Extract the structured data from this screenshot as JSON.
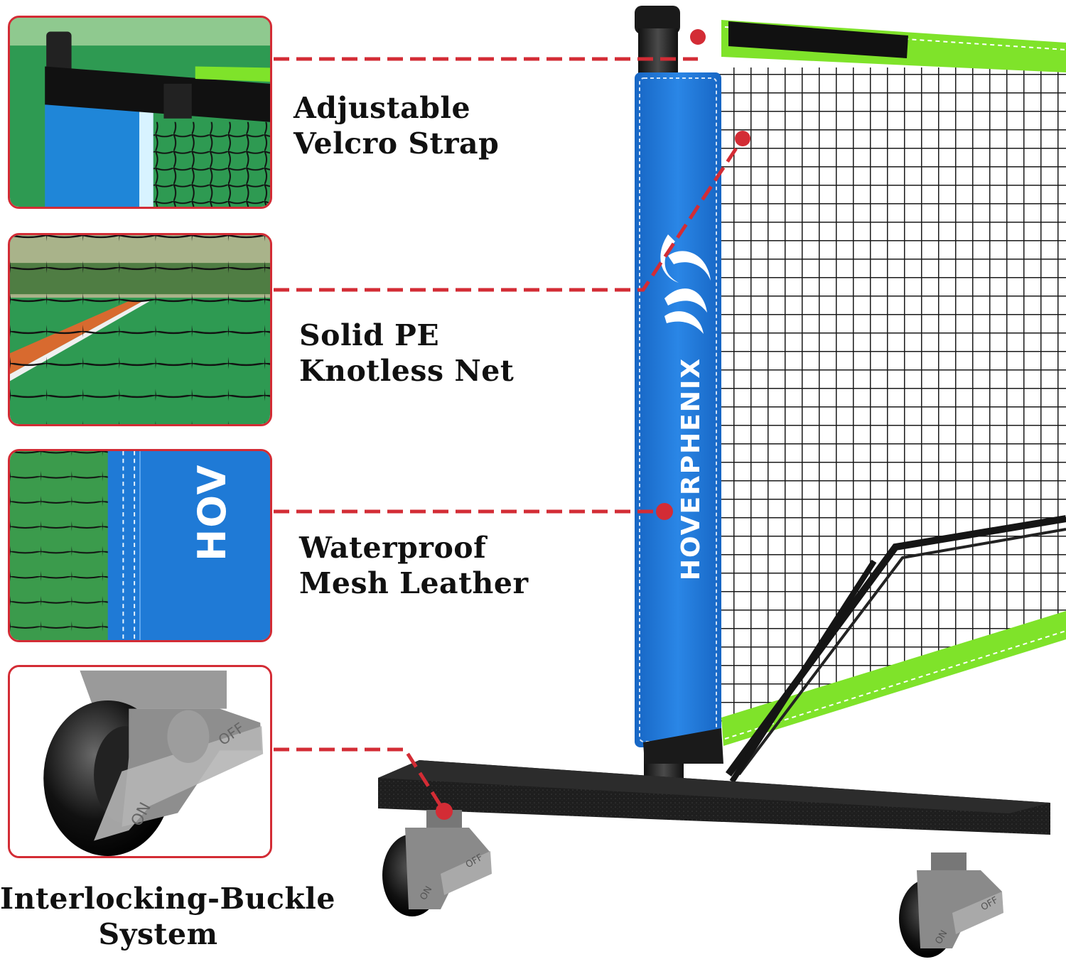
{
  "features": [
    {
      "line1": "Adjustable",
      "line2": "Velcro Strap"
    },
    {
      "line1": "Solid PE",
      "line2": "Knotless Net"
    },
    {
      "line1": "Waterproof",
      "line2": "Mesh Leather"
    },
    {
      "line1": "Interlocking-Buckle",
      "line2": "System"
    }
  ],
  "brand": "HOVERPHENIX",
  "brand_crop": "HOV",
  "wheel_on": "ON",
  "wheel_off": "OFF",
  "colors": {
    "callout_red": "#d32c35",
    "pole_blue": "#1f79d8",
    "net_border_green": "#7fe32a",
    "turf_green": "#2f9a4a",
    "frame_black": "#1c1c1c"
  },
  "icons": [
    "velcro-strap-photo",
    "knotless-net-photo",
    "mesh-leather-photo",
    "wheel-lock-photo"
  ]
}
